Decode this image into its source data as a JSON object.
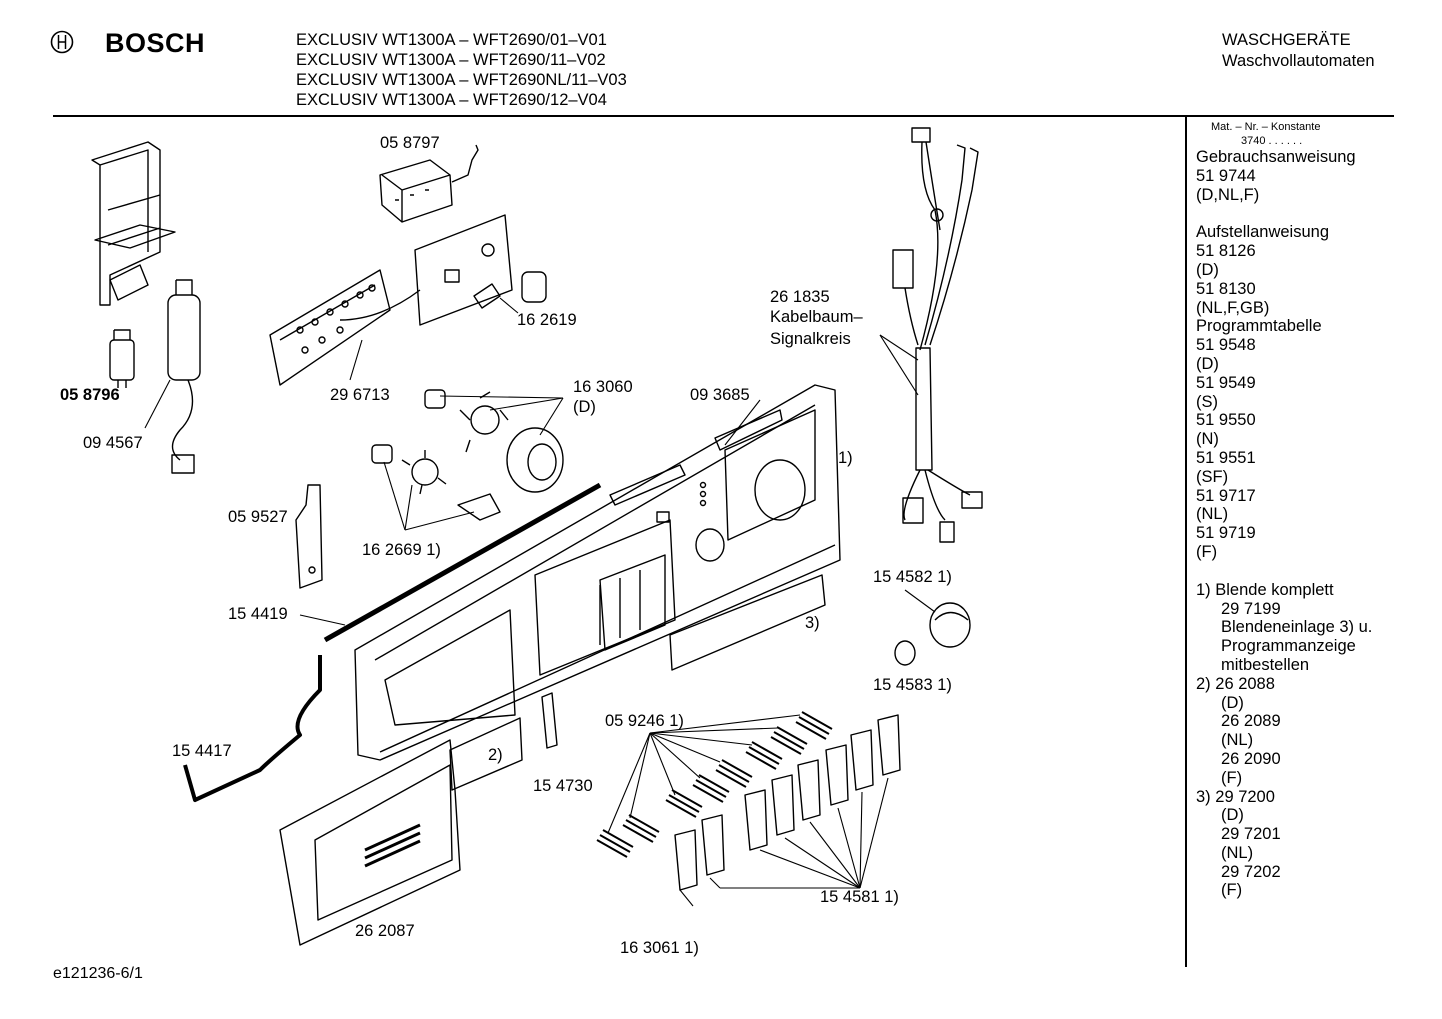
{
  "header": {
    "brand": "BOSCH",
    "models": [
      "EXCLUSIV WT1300A – WFT2690/01–V01",
      "EXCLUSIV WT1300A – WFT2690/11–V02",
      "EXCLUSIV WT1300A – WFT2690NL/11–V03",
      "EXCLUSIV WT1300A – WFT2690/12–V04"
    ],
    "category_line1": "WASCHGERÄTE",
    "category_line2": "Waschvollautomaten"
  },
  "sidebar": {
    "mat_label": "Mat. – Nr. – Konstante",
    "mat_value": "3740  .  .  .  .  .  .",
    "gebrauch_title": "Gebrauchsanweisung",
    "gebrauch_nr": "51 9744",
    "gebrauch_lang": "(D,NL,F)",
    "aufstell_title": "Aufstellanweisung",
    "aufstell_items": [
      "51 8126",
      "(D)",
      "51 8130",
      "(NL,F,GB)"
    ],
    "programm_title": "Programmtabelle",
    "programm_items": [
      "51 9548",
      "(D)",
      "51 9549",
      "(S)",
      "51 9550",
      "(N)",
      "51 9551",
      "(SF)",
      "51 9717",
      "(NL)",
      "51 9719",
      "(F)"
    ],
    "notes": [
      {
        "mark": "1)",
        "lines": [
          "Blende komplett",
          "29 7199",
          "Blendeneinlage 3) u.",
          "Programmanzeige",
          "mitbestellen"
        ]
      },
      {
        "mark": "2)",
        "lines": [
          "26 2088",
          "(D)",
          "26 2089",
          "(NL)",
          "26 2090",
          "(F)"
        ]
      },
      {
        "mark": "3)",
        "lines": [
          "29 7200",
          "(D)",
          "29 7201",
          "(NL)",
          "29 7202",
          "(F)"
        ]
      }
    ]
  },
  "parts": {
    "p058797": "05 8797",
    "p058796": "05 8796",
    "p094567": "09 4567",
    "p162619": "16 2619",
    "p296713": "29 6713",
    "p163060": "16 3060",
    "p163060_lang": "(D)",
    "p093685": "09 3685",
    "p261835": "26 1835",
    "kabel1": "Kabelbaum–",
    "kabel2": "Signalkreis",
    "note1": "1)",
    "p059527": "05 9527",
    "p162669": "16 2669 1)",
    "p154582": "15 4582 1)",
    "p154583": "15 4583 1)",
    "p154419": "15 4419",
    "note3": "3)",
    "p154417": "15 4417",
    "note2": "2)",
    "p059246": "05 9246 1)",
    "p154730": "15 4730",
    "p262087": "26 2087",
    "p154581": "15 4581 1)",
    "p163061": "16 3061 1)"
  },
  "footer": {
    "code": "e121236-6/1"
  }
}
